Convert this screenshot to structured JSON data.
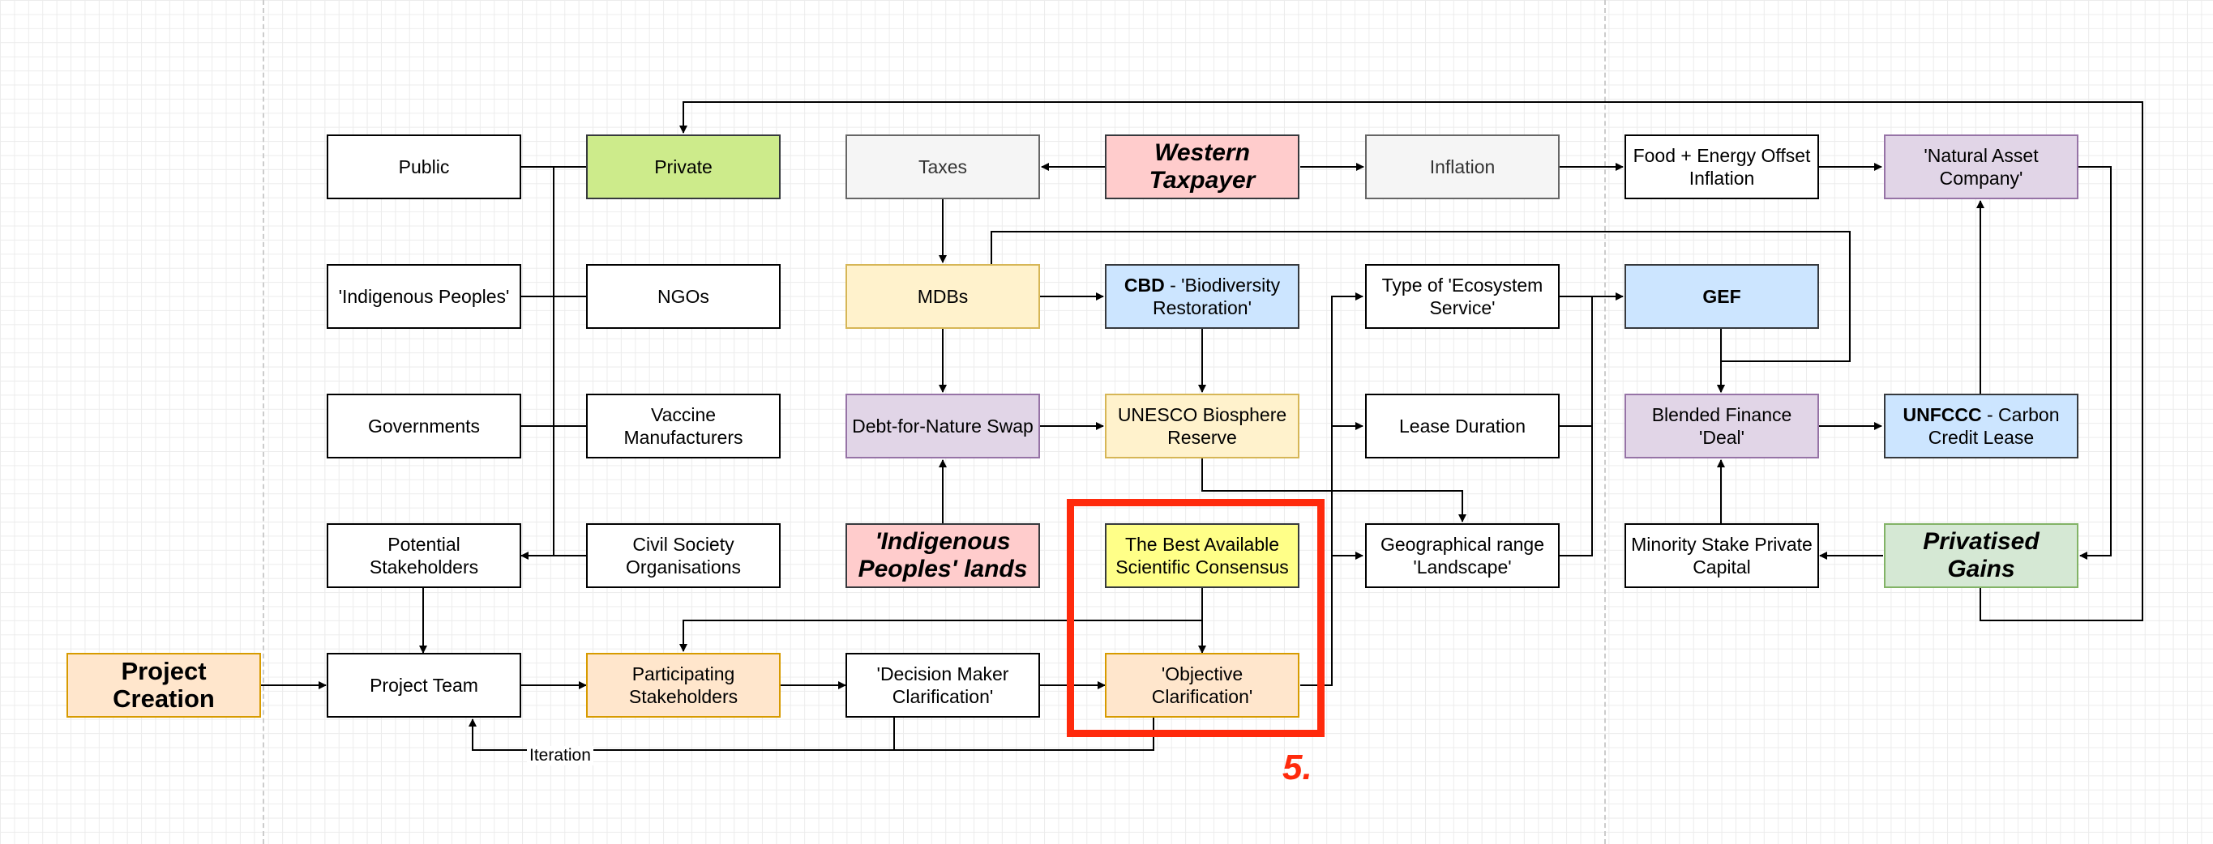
{
  "diagram": {
    "nodes": {
      "public": "Public",
      "private": "Private",
      "indigenous_peoples": "'Indigenous Peoples'",
      "ngos": "NGOs",
      "governments": "Governments",
      "vaccine_manufacturers": "Vaccine Manufacturers",
      "potential_stakeholders": "Potential Stakeholders",
      "civil_society": "Civil Society Organisations",
      "project_creation": "Project Creation",
      "project_team": "Project Team",
      "participating_stakeholders": "Participating Stakeholders",
      "decision_maker_clarification": "'Decision Maker Clarification'",
      "objective_clarification": "'Objective Clarification'",
      "taxes": "Taxes",
      "western_taxpayer": "Western Taxpayer",
      "inflation": "Inflation",
      "food_energy": "Food + Energy Offset Inflation",
      "natural_asset_company": "'Natural Asset Company'",
      "mdbs": "MDBs",
      "cbd_bold": "CBD",
      "cbd_rest": " - 'Biodiversity Restoration'",
      "type_ecosystem_service": "Type of 'Ecosystem Service'",
      "gef": "GEF",
      "debt_for_nature": "Debt-for-Nature Swap",
      "unesco": "UNESCO Biosphere Reserve",
      "lease_duration": "Lease Duration",
      "blended_finance": "Blended Finance 'Deal'",
      "unfccc_bold": "UNFCCC",
      "unfccc_rest": " - Carbon Credit Lease",
      "indigenous_lands": "'Indigenous Peoples' lands",
      "best_available_science": "The Best Available Scientific Consensus",
      "geographical_range": "Geographical range 'Landscape'",
      "minority_stake": "Minority Stake Private Capital",
      "privatised_gains": "Privatised Gains"
    },
    "edge_labels": {
      "iteration": "Iteration"
    },
    "step_number": "5.",
    "colors": {
      "green": "#cdeb8b",
      "grey": "#f5f5f5",
      "pink": "#ffcccc",
      "yellow": "#fff2cc",
      "blue": "#cce5ff",
      "purple": "#e1d5e7",
      "orange": "#ffe6cc",
      "bright_yellow": "#ffff88",
      "mint": "#d5e8d4",
      "highlight_red": "#ff2a0c"
    }
  }
}
